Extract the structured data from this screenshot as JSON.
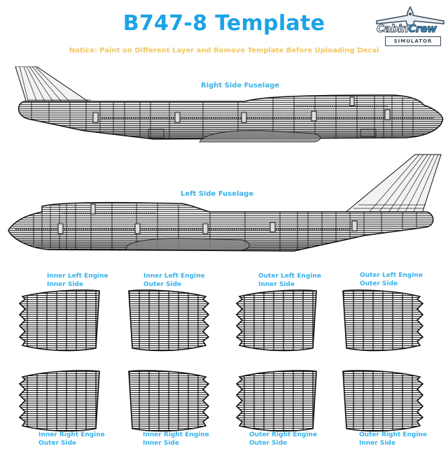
{
  "header": {
    "title": "B747-8 Template",
    "notice": "Notice: Paint on Different Layer and Remove Template Before Uploading Decal"
  },
  "logo": {
    "word1": "Cabin",
    "word2": "Crew",
    "subtitle": "SIMULATOR",
    "icon": "airplane-icon"
  },
  "colors": {
    "title": "#1ca3e6",
    "notice": "#f2c763",
    "labels": "#38b2ea",
    "wireframe": "#111111"
  },
  "sections": {
    "right_fuselage": {
      "label": "Right Side Fuselage"
    },
    "left_fuselage": {
      "label": "Left Side Fuselage"
    }
  },
  "engines": {
    "top_row": [
      {
        "line1": "Inner Left Engine",
        "line2": "Inner Side"
      },
      {
        "line1": "Inner Left Engine",
        "line2": "Outer Side"
      },
      {
        "line1": "Outer Left Engine",
        "line2": "Inner Side"
      },
      {
        "line1": "Outer Left Engine",
        "line2": "Outer Side"
      }
    ],
    "bottom_row": [
      {
        "line1": "Inner Right Engine",
        "line2": "Outer Side"
      },
      {
        "line1": "Inner Right Engine",
        "line2": "Inner Side"
      },
      {
        "line1": "Outer Right Engine",
        "line2": "Outer Side"
      },
      {
        "line1": "Outer Right Engine",
        "line2": "Inner Side"
      }
    ]
  }
}
